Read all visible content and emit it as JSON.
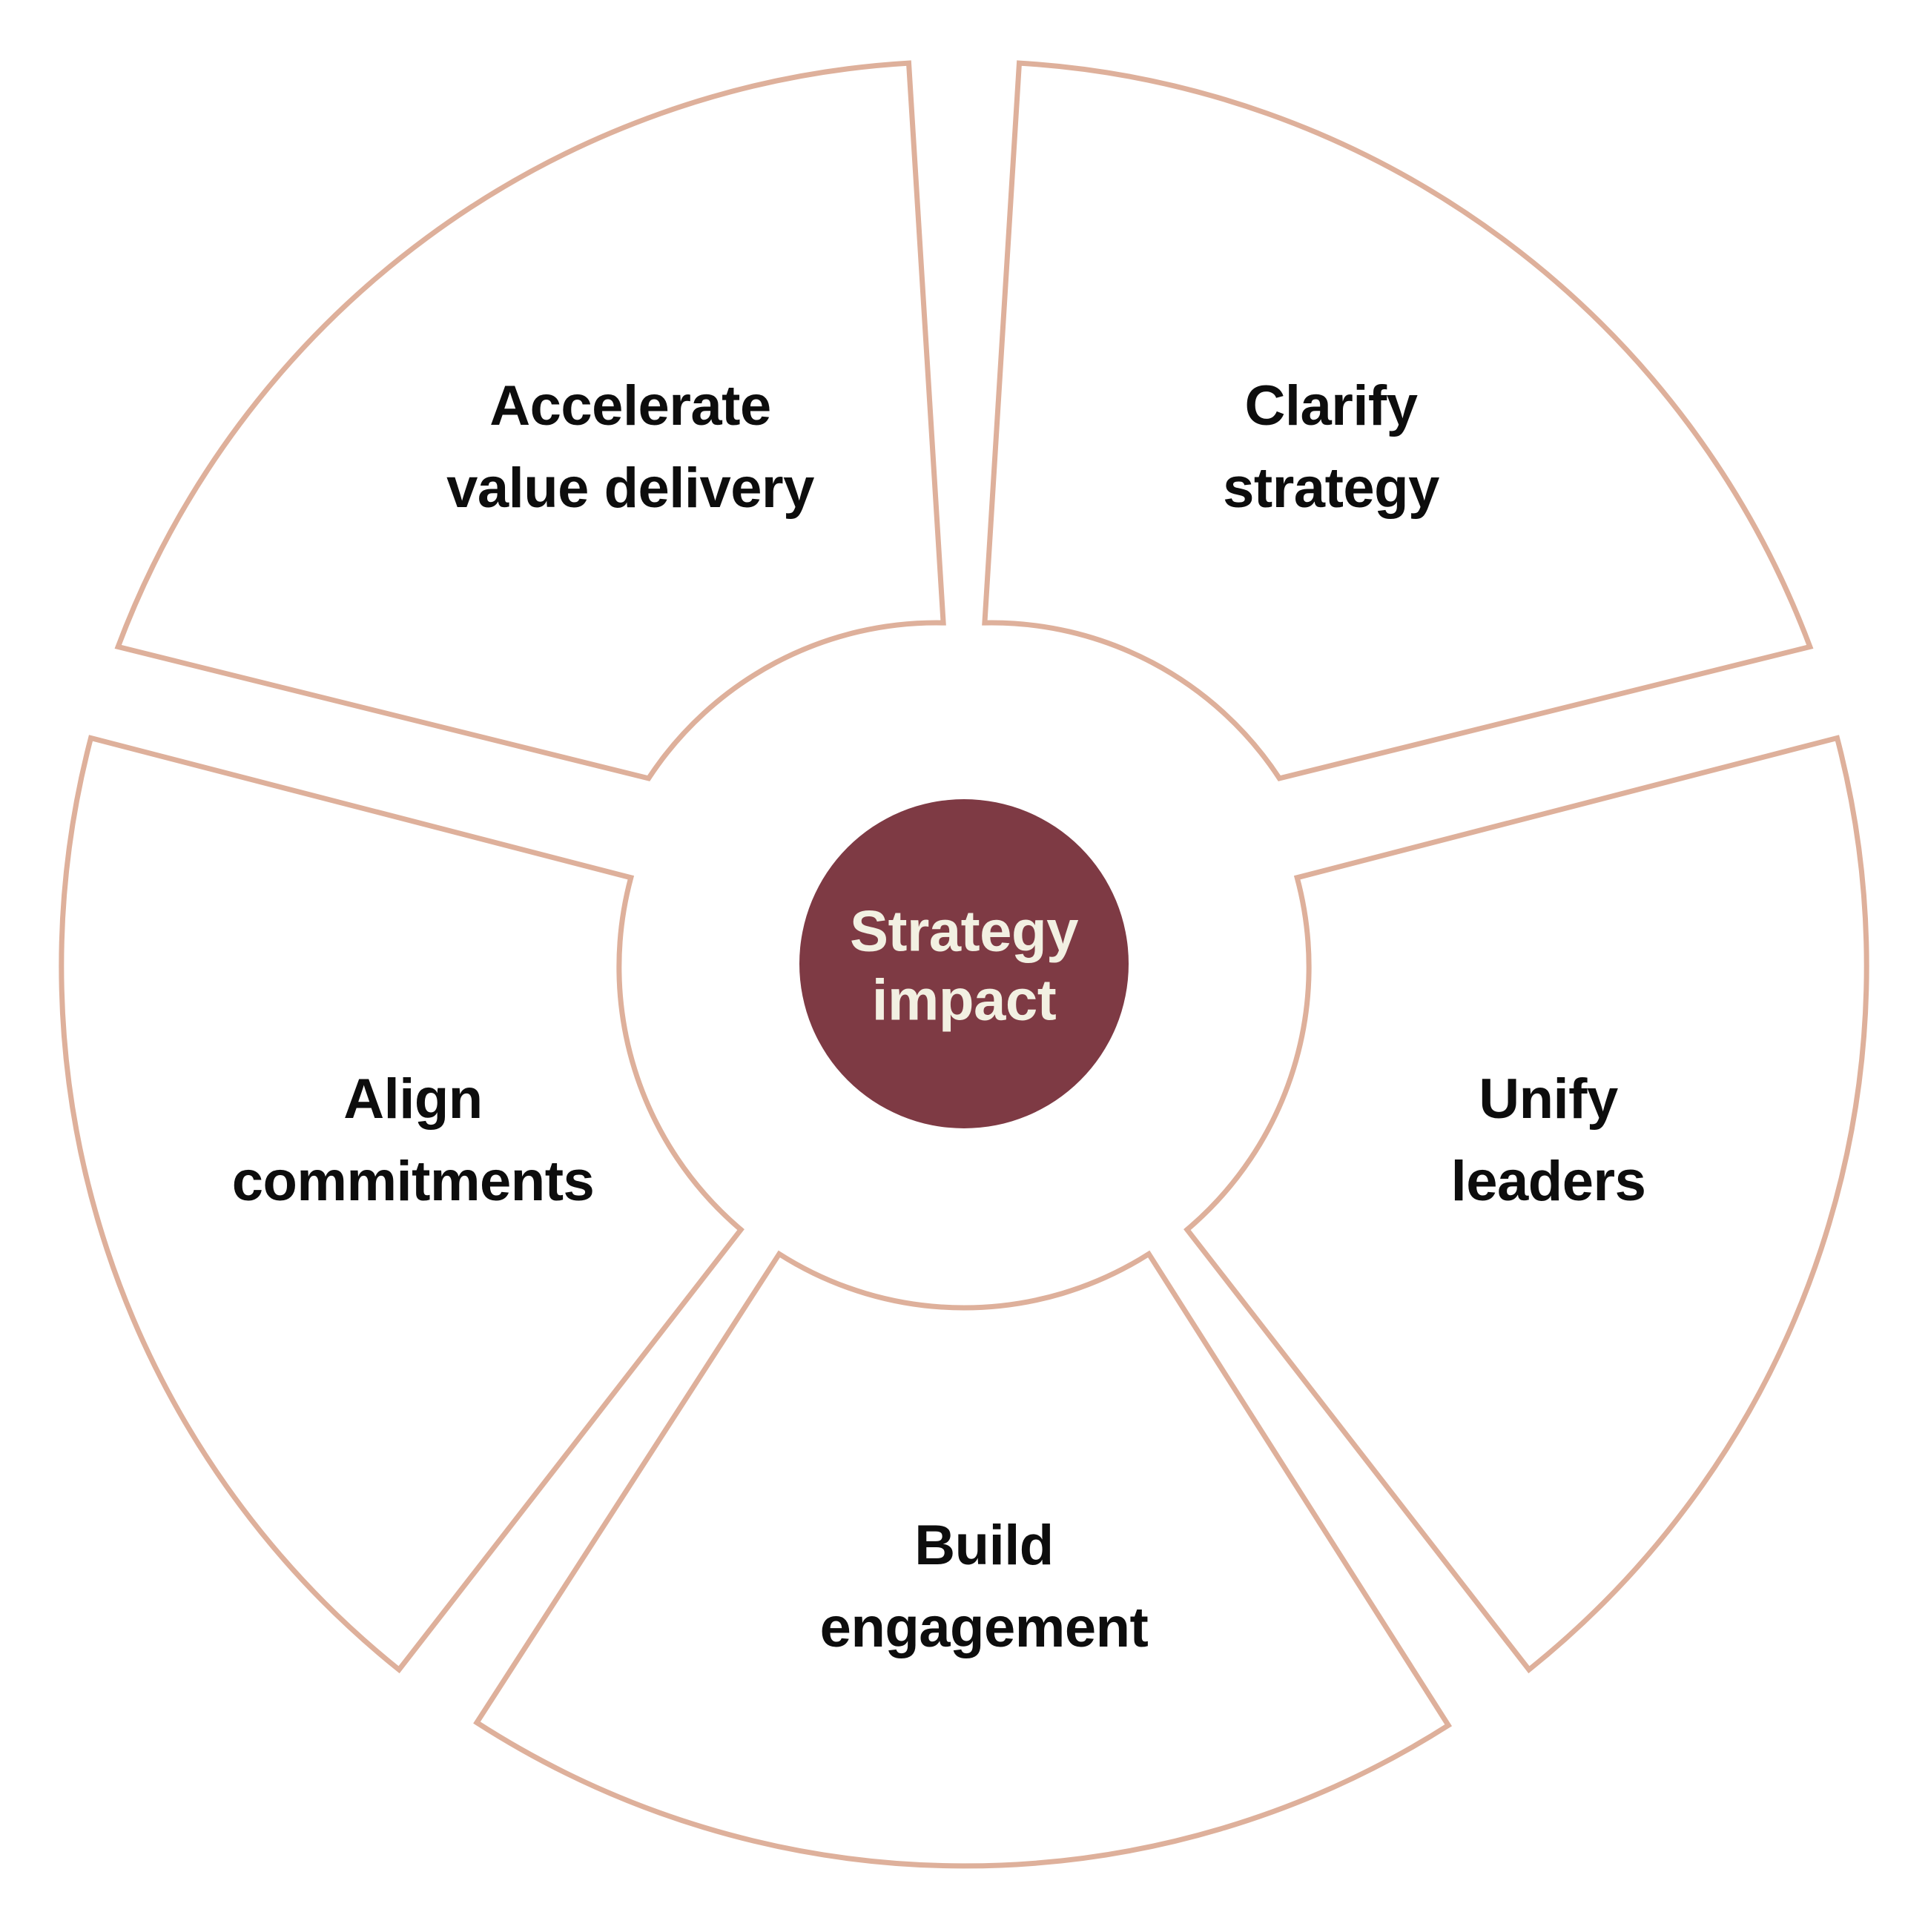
{
  "diagram": {
    "type": "segmented-wheel",
    "title_text": "Strategy impact",
    "hub": {
      "name": "strategy-impact-hub",
      "line1": "Strategy",
      "line2": "impact",
      "fill_color": "#7E3A44",
      "text_color": "#F2F0E2"
    },
    "style": {
      "background_color": "#FFFFFF",
      "segment_fill": "#FFFFFF",
      "segment_stroke": "#DEB09B",
      "label_color": "#0D0D0D"
    },
    "segments": [
      {
        "id": "clarify-strategy",
        "line1": "Clarify",
        "line2": "strategy",
        "position": "top-right"
      },
      {
        "id": "unify-leaders",
        "line1": "Unify",
        "line2": "leaders",
        "position": "right"
      },
      {
        "id": "build-engagement",
        "line1": "Build",
        "line2": "engagement",
        "position": "bottom"
      },
      {
        "id": "align-commitments",
        "line1": "Align",
        "line2": "commitments",
        "position": "left"
      },
      {
        "id": "accelerate-value-delivery",
        "line1": "Accelerate",
        "line2": "value delivery",
        "position": "top-left"
      }
    ]
  }
}
